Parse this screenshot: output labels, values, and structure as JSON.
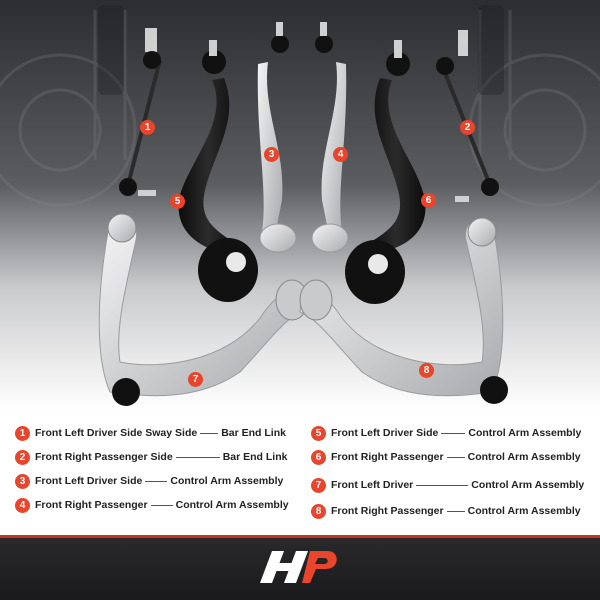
{
  "badges": [
    "1",
    "2",
    "3",
    "4",
    "5",
    "6",
    "7",
    "8"
  ],
  "legend": [
    {
      "num": "1",
      "name": "Front Left Driver Side Sway Side",
      "part": "Bar End Link"
    },
    {
      "num": "2",
      "name": "Front Right Passenger Side",
      "part": "Bar End Link"
    },
    {
      "num": "3",
      "name": "Front Left Driver Side",
      "part": "Control Arm Assembly"
    },
    {
      "num": "4",
      "name": "Front Right Passenger",
      "part": "Control Arm Assembly"
    },
    {
      "num": "5",
      "name": "Front Left Driver Side",
      "part": "Control Arm Assembly"
    },
    {
      "num": "6",
      "name": "Front Right Passenger",
      "part": "Control Arm Assembly"
    },
    {
      "num": "7",
      "name": "Front Left Driver",
      "part": "Control Arm Assembly"
    },
    {
      "num": "8",
      "name": "Front Right Passenger",
      "part": "Control Arm Assembly"
    }
  ],
  "colors": {
    "accent": "#e8452c",
    "footer": "#1f1f21",
    "aluminum": "#d9dadc",
    "black_arm": "#141414"
  },
  "icons": [
    "brand-logo-icon"
  ]
}
